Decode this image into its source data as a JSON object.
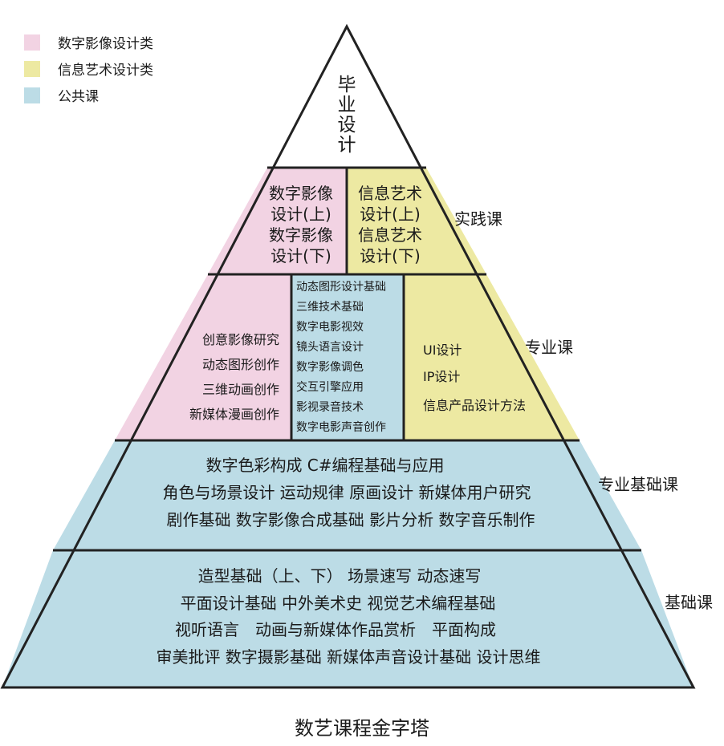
{
  "legend": [
    {
      "label": "数字影像设计类",
      "color": "#f2d3e3"
    },
    {
      "label": "信息艺术设计类",
      "color": "#ede9a2"
    },
    {
      "label": "公共课",
      "color": "#bcdce6"
    }
  ],
  "levels": {
    "practice": "实践课",
    "major": "专业课",
    "major_basic": "专业基础课",
    "basic": "基础课"
  },
  "top": {
    "lines": [
      "毕",
      "业",
      "设",
      "计"
    ]
  },
  "practice_left": [
    "数字影像",
    "设计(上)",
    "数字影像",
    "设计(下)"
  ],
  "practice_right": [
    "信息艺术",
    "设计(上)",
    "信息艺术",
    "设计(下)"
  ],
  "major_left": [
    "创意影像研究",
    "动态图形创作",
    "三维动画创作",
    "新媒体漫画创作"
  ],
  "major_middle": [
    "动态图形设计基础",
    "三维技术基础",
    "数字电影视效",
    "镜头语言设计",
    "数字影像调色",
    "交互引擎应用",
    "影视录音技术",
    "数字电影声音创作"
  ],
  "major_right": [
    "UI设计",
    "IP设计",
    "信息产品设计方法"
  ],
  "major_basic_lines": [
    "数字色彩构成 C#编程基础与应用",
    "角色与场景设计 运动规律 原画设计 新媒体用户研究",
    "剧作基础 数字影像合成基础 影片分析 数字音乐制作"
  ],
  "basic_lines": [
    "造型基础（上、下） 场景速写 动态速写",
    "平面设计基础 中外美术史 视觉艺术编程基础",
    "视听语言　动画与新媒体作品赏析　平面构成",
    "审美批评 数字摄影基础 新媒体声音设计基础 设计思维"
  ],
  "caption": "数艺课程金字塔",
  "colors": {
    "pink": "#f2d3e3",
    "yellow": "#ede9a2",
    "blue": "#bcdce6",
    "outline": "#222222"
  }
}
